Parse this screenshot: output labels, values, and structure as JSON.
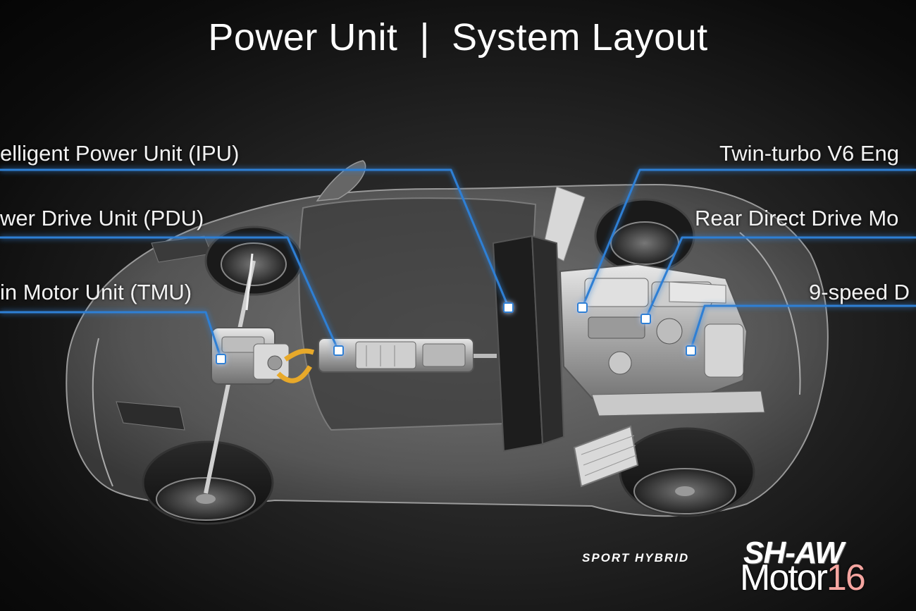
{
  "slide": {
    "title": "Power Unit  |  System Layout"
  },
  "labels": {
    "ipu": "elligent Power Unit (IPU)",
    "pdu": "wer Drive Unit (PDU)",
    "tmu": "in Motor Unit (TMU)",
    "engine": "Twin-turbo V6 Eng",
    "rear_motor": "Rear Direct Drive Mo",
    "transmission": "9-speed D"
  },
  "branding": {
    "tagline": "SPORT HYBRID",
    "logo": "SH-AW"
  },
  "watermark": {
    "word": "Motor",
    "number": "16"
  },
  "colors": {
    "leader_line": "#2f7fd4",
    "leader_glow": "#7fb8ff",
    "watermark_number": "#f5a5a0"
  }
}
